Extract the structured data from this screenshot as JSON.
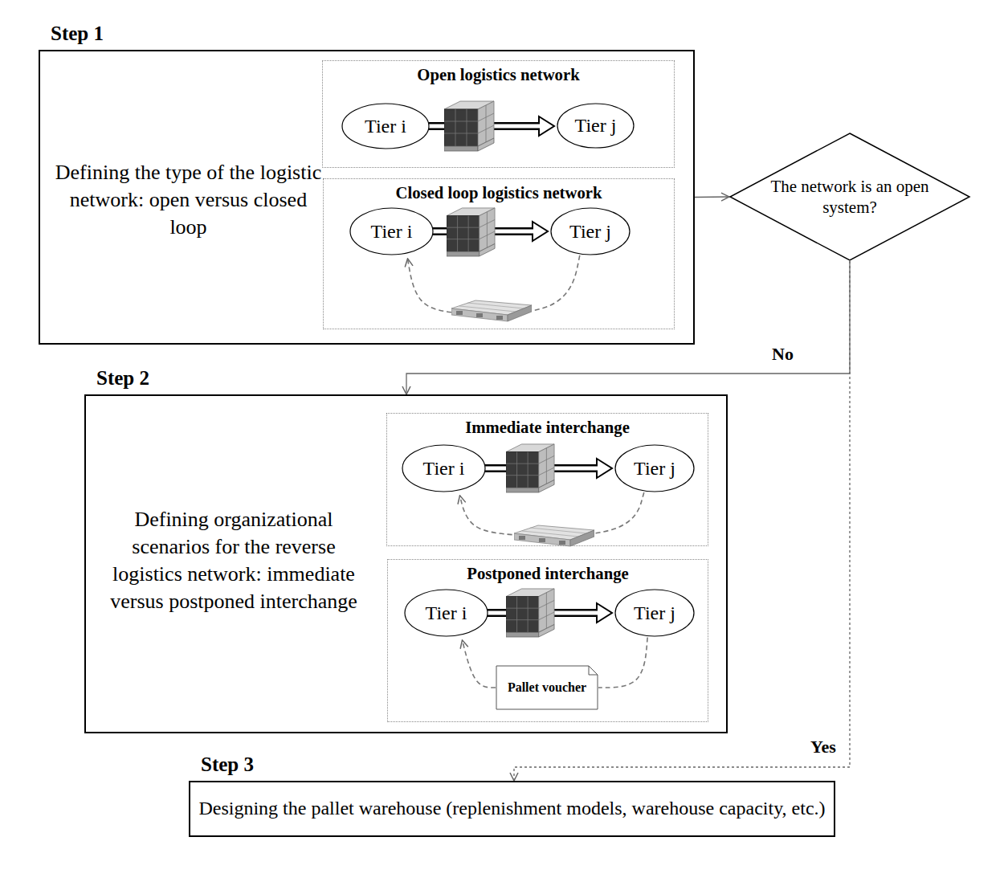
{
  "diagram": {
    "nodes": [
      {
        "text": [
          "Step 1",
          "Defining the type of the logistic network: open versus closed loop"
        ]
      },
      {
        "text": [
          "Open logistics network"
        ],
        "in": 0
      },
      {
        "text": [
          "Tier i"
        ],
        "in": 1
      },
      {
        "text": [
          "Tier j"
        ],
        "in": 1
      },
      {
        "text": [
          "Closed loop logistics network"
        ],
        "in": 0
      },
      {
        "text": [
          "Tier i"
        ],
        "in": 4
      },
      {
        "text": [
          "Tier j"
        ],
        "in": 4
      },
      {
        "text": [
          "The network is an open system?"
        ]
      },
      {
        "text": [
          "Step 2",
          "Defining organizational scenarios for the reverse logistics network: immediate versus postponed interchange"
        ]
      },
      {
        "text": [
          "Immediate interchange"
        ],
        "in": 8
      },
      {
        "text": [
          "Tier i"
        ],
        "in": 9
      },
      {
        "text": [
          "Tier j"
        ],
        "in": 9
      },
      {
        "text": [
          "Postponed interchange"
        ],
        "in": 8
      },
      {
        "text": [
          "Tier i"
        ],
        "in": 12
      },
      {
        "text": [
          "Tier j"
        ],
        "in": 12
      },
      {
        "text": [
          "Pallet voucher"
        ],
        "in": 12
      },
      {
        "text": [
          "Step 3",
          "Designing the pallet warehouse (replenishment models, warehouse capacity, etc.)"
        ]
      }
    ],
    "edges": [
      {
        "from": 0,
        "to": 7,
        "arrow": "to"
      },
      {
        "from": 7,
        "to": 8,
        "label": "No",
        "arrow": "to"
      },
      {
        "from": 7,
        "to": 16,
        "label": "Yes",
        "arrow": "to"
      },
      {
        "from": 2,
        "to": 3,
        "arrow": "to"
      },
      {
        "from": 5,
        "to": 6,
        "arrow": "to"
      },
      {
        "from": 6,
        "to": 5,
        "arrow": "to"
      },
      {
        "from": 10,
        "to": 11,
        "arrow": "to"
      },
      {
        "from": 11,
        "to": 10,
        "arrow": "to"
      },
      {
        "from": 13,
        "to": 14,
        "arrow": "to"
      },
      {
        "from": 14,
        "to": 15,
        "arrow": "none"
      },
      {
        "from": 15,
        "to": 13,
        "arrow": "to"
      }
    ]
  }
}
